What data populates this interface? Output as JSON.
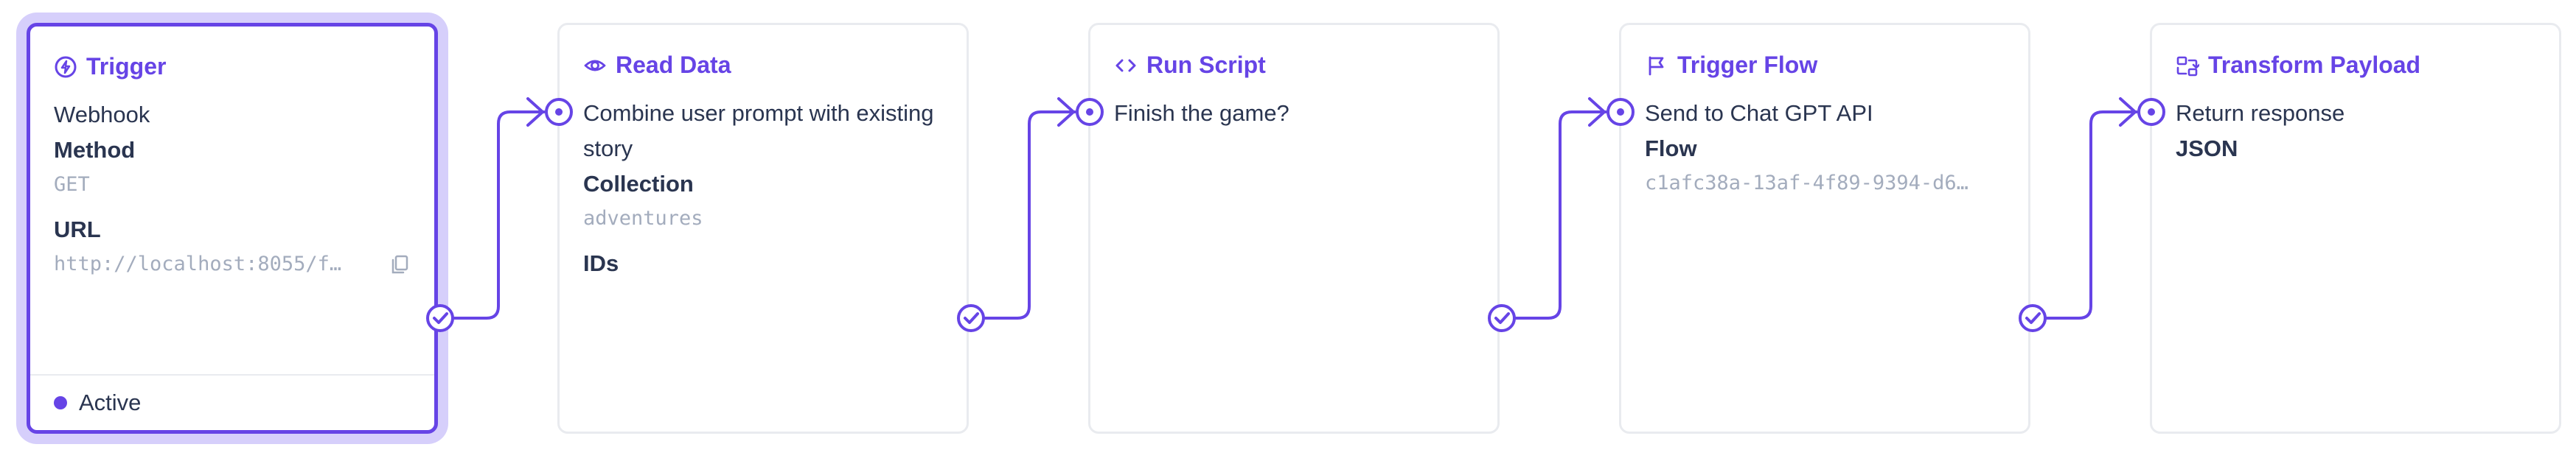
{
  "nodes": [
    {
      "title": "Trigger",
      "icon": "lightning-bolt-icon",
      "lines": [
        "Webhook"
      ],
      "method_label": "Method",
      "method_value": "GET",
      "url_label": "URL",
      "url_value": "http://localhost:8055/f…",
      "status": "Active"
    },
    {
      "title": "Read Data",
      "icon": "eye-icon",
      "description": "Combine user prompt with existing story",
      "collection_label": "Collection",
      "collection_value": "adventures",
      "ids_label": "IDs"
    },
    {
      "title": "Run Script",
      "icon": "code-brackets-icon",
      "description": "Finish the game?"
    },
    {
      "title": "Trigger Flow",
      "icon": "flag-icon",
      "description": "Send to Chat GPT API",
      "flow_label": "Flow",
      "flow_value": "c1afc38a-13af-4f89-9394-d6…"
    },
    {
      "title": "Transform Payload",
      "icon": "transform-icon",
      "description": "Return response",
      "format_label": "JSON"
    }
  ],
  "colors": {
    "accent": "#6644e6",
    "accent_glow": "#d6cffb",
    "border": "#e9ebef",
    "text": "#2a3550",
    "muted": "#a3acbd"
  }
}
